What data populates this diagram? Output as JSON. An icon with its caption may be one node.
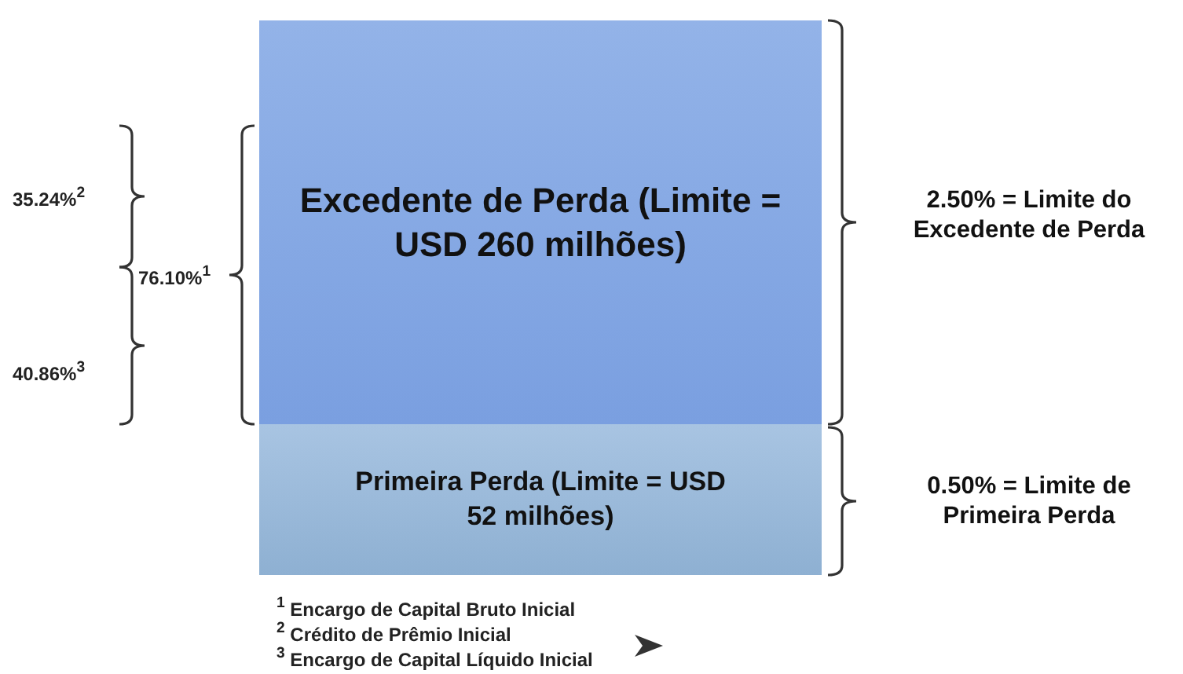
{
  "diagram": {
    "nodes": [
      {
        "text": [
          "Excedente de Perda (Limite = USD 260 milhões)"
        ]
      },
      {
        "text": [
          "Primeira Perda (Limite = USD 52 milhões)"
        ]
      }
    ],
    "edges": [],
    "labels": [
      "2.50% = Limite do Excedente de Perda",
      "35.24%$^{2}$",
      "76.10%$^{1}$",
      "40.86%$^{3}$",
      "0.50% = Limite de Primeira Perda",
      "$^{1}$ Encargo de Capital Bruto Inicial",
      "$^{2}$ Crédito de Prêmio Inicial",
      "$^{3}$ Encargo de Capital Líquido Inicial"
    ]
  }
}
